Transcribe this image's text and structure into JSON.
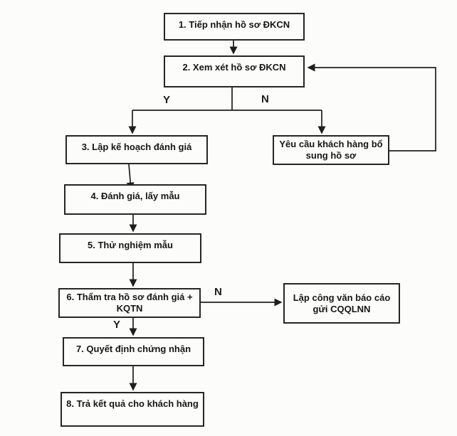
{
  "flowchart": {
    "steps": [
      {
        "id": "step-1",
        "label": "1. Tiếp nhận hồ sơ ĐKCN"
      },
      {
        "id": "step-2",
        "label": "2. Xem xét hồ sơ ĐKCN"
      },
      {
        "id": "step-3",
        "label": "3. Lập kế hoạch đánh giá"
      },
      {
        "id": "step-4",
        "label": "4. Đánh giá, lấy mẫu"
      },
      {
        "id": "step-5",
        "label": "5. Thử nghiệm mẫu"
      },
      {
        "id": "step-6",
        "label": "6. Thẩm tra hồ sơ đánh giá + KQTN"
      },
      {
        "id": "step-7",
        "label": "7. Quyết định chứng nhận"
      },
      {
        "id": "step-8",
        "label": "8. Trả kết quả cho khách hàng"
      }
    ],
    "branch_nodes": [
      {
        "id": "request-supplement",
        "label": "Yêu cầu khách hàng bổ sung hồ sơ"
      },
      {
        "id": "report-authority",
        "label": "Lập công văn báo cáo gửi CQQLNN"
      }
    ],
    "branch_labels": {
      "review_yes": "Y",
      "review_no": "N",
      "verify_no": "N",
      "verify_yes": "Y"
    },
    "colors": {
      "line": "#1e1e1e",
      "box_border": "#262626",
      "text": "#161616",
      "background": "#fcfcfb"
    }
  }
}
